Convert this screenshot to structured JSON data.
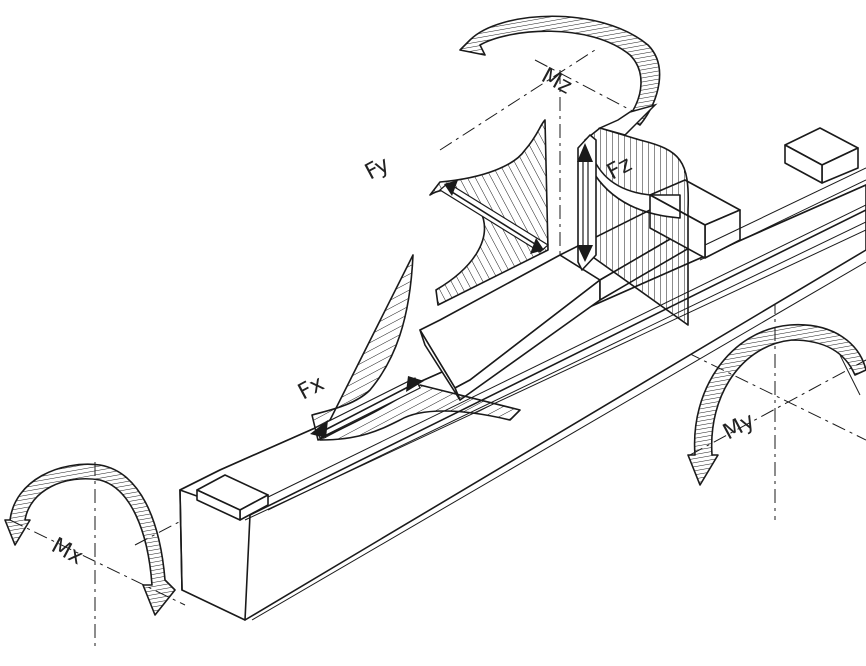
{
  "labels": {
    "fx": "Fx",
    "fy": "Fy",
    "fz": "Fz",
    "mx": "Mx",
    "my": "My",
    "mz": "Mz"
  },
  "colors": {
    "line": "#1a1a1a",
    "background": "#ffffff"
  }
}
